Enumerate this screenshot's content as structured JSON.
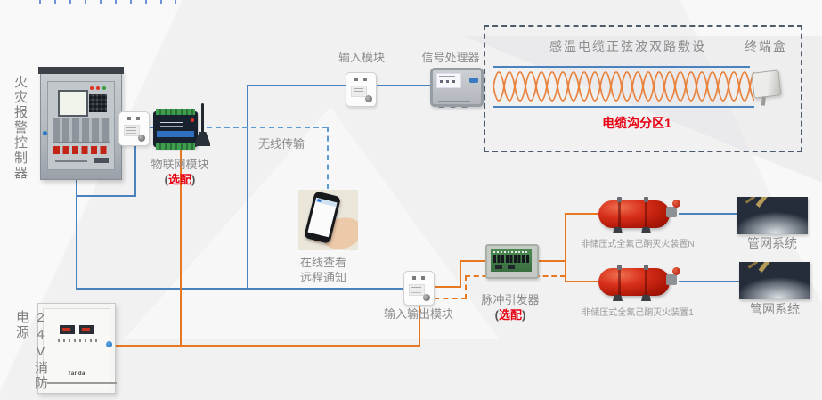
{
  "colors": {
    "blue_line": "#4a82be",
    "orange_line": "#e87722",
    "dashed_border": "#4e5b6b",
    "red_accent": "#e60012",
    "label_gray": "#8c8c8c"
  },
  "left_column": {
    "controller_label": "火灾报警控制器",
    "power_label": "24V消防电源",
    "power_brand": "Tanda"
  },
  "modules": {
    "iot": {
      "label": "物联网模块",
      "opt_open": "(",
      "opt_text": "选配",
      "opt_close": ")"
    },
    "input": {
      "label": "输入模块"
    },
    "processor": {
      "label": "信号处理器"
    },
    "io": {
      "label": "输入输出模块"
    },
    "pulse": {
      "label": "脉冲引发器",
      "opt_open": "(",
      "opt_text": "选配",
      "opt_close": ")"
    },
    "wireless_label": "无线传输",
    "phone": {
      "line1": "在线查看",
      "line2": "远程通知"
    }
  },
  "cable_zone": {
    "title": "感温电缆正弦波双路敷设",
    "terminal_box_label": "终端盒",
    "zone_label": "电缆沟分区1"
  },
  "suppression": {
    "tank_n_label": "非储压式全氟己酮灭火装置N",
    "tank_1_label": "非储压式全氟己酮灭火装置1",
    "spray_top_label": "管网系统",
    "spray_bottom_label": "管网系统"
  }
}
